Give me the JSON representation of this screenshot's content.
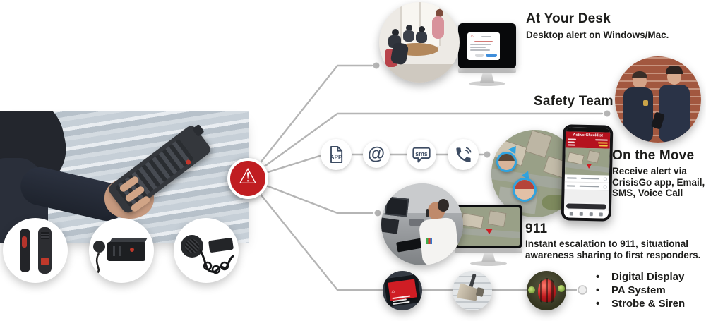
{
  "hub": {
    "icon": "alert-triangle-icon",
    "glyph": "⚠",
    "color": "#c01d21"
  },
  "channels": {
    "app": {
      "label": "APP",
      "icon": "app-file-icon"
    },
    "email": {
      "label": "@",
      "icon": "email-at-icon"
    },
    "sms": {
      "label": "sms",
      "icon": "sms-bubble-icon"
    },
    "voice": {
      "icon": "voice-call-icon"
    }
  },
  "sections": {
    "desk": {
      "title": "At Your Desk",
      "subtitle": "Desktop alert on Windows/Mac."
    },
    "safety": {
      "title": "Safety Team"
    },
    "move": {
      "title": "On the Move",
      "lines": [
        "Receive alert via",
        "CrisisGo app, Email,",
        "SMS, Voice Call"
      ]
    },
    "emergency": {
      "title": "911",
      "lines": [
        "Instant escalation to 911, situational",
        "awareness sharing to first responders."
      ]
    },
    "outputs": {
      "bullet": "•",
      "items": [
        "Digital Display",
        "PA System",
        "Strobe & Siren"
      ]
    }
  },
  "phone": {
    "header_title": "Active Checklist"
  },
  "colors": {
    "accent_red": "#c01d21",
    "app_header_red": "#b5121e",
    "connector_gray": "#b5b5b5",
    "icon_navy": "#3d4c63",
    "text": "#1d1d1b",
    "avatar_ring_blue": "#2fa3e0"
  }
}
